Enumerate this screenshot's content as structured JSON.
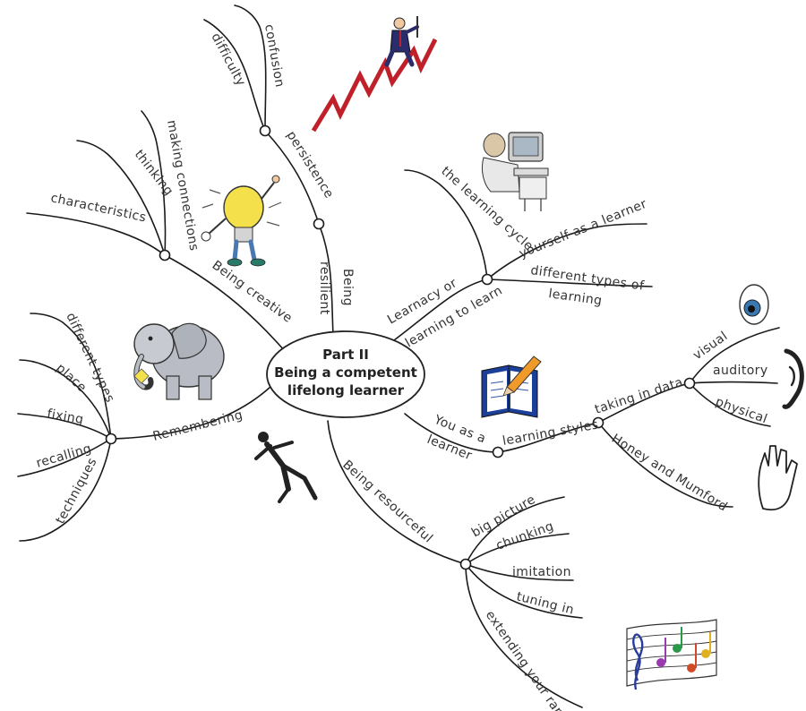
{
  "center": {
    "title_line1": "Part II",
    "title_line2": "Being a competent",
    "title_line3": "lifelong learner"
  },
  "branches": {
    "being_resilient": {
      "line1": "Being",
      "line2": "resilient"
    },
    "persistence": "persistence",
    "difficulty": "difficulty",
    "confusion": "confusion",
    "being_creative": "Being creative",
    "characteristics": "characteristics",
    "thinking": "thinking",
    "making_connections": "making connections",
    "remembering": "Remembering",
    "different_types": "different types",
    "place": "place",
    "fixing": "fixing",
    "recalling": "recalling",
    "techniques": "techniques",
    "learnacy": {
      "line1": "Learnacy or",
      "line2": "learning to learn"
    },
    "the_learning_cycle": "the learning cycle",
    "yourself_as_learner": "yourself as a learner",
    "different_types_learning": {
      "line1": "different types of",
      "line2": "learning"
    },
    "you_as_learner": {
      "line1": "You as a",
      "line2": "learner"
    },
    "learning_styles": "learning styles",
    "taking_in_data": "taking in data",
    "visual": "visual",
    "auditory": "auditory",
    "physical": "physical",
    "honey_mumford": "Honey and Mumford",
    "being_resourceful": "Being resourceful",
    "big_picture": "big picture",
    "chunking": "chunking",
    "imitation": "imitation",
    "tuning_in": "tuning in",
    "extending_range": "extending your range"
  },
  "colors": {
    "line": "#1a1a1a",
    "text": "#333333",
    "zigzag": "#c0202a",
    "book_blue": "#1c3f9a",
    "bulb_yellow": "#f4e04a",
    "elephant_grey": "#b9bcc4",
    "eye_blue": "#3a78b0",
    "pencil_orange": "#f09a2a"
  },
  "icons": [
    "businessman-icon",
    "zigzag-graph-icon",
    "computer-user-icon",
    "lightbulb-character-icon",
    "elephant-icon",
    "book-pencil-icon",
    "eye-icon",
    "ear-icon",
    "hand-icon",
    "runner-icon",
    "music-notes-icon"
  ]
}
